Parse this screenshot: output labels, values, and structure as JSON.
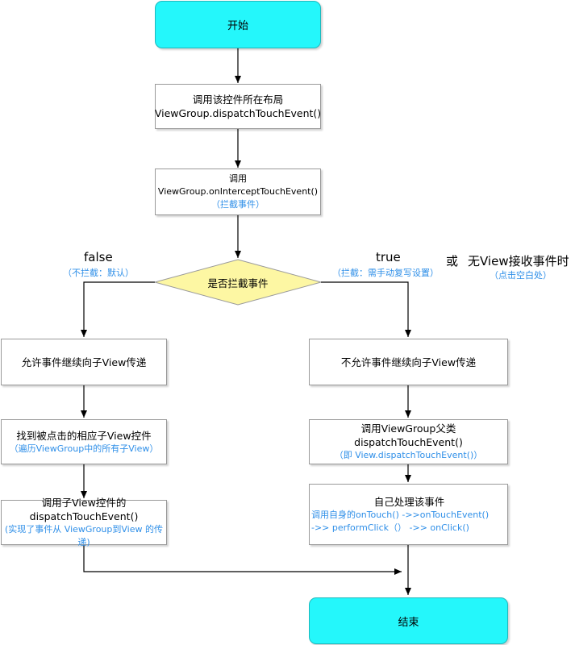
{
  "nodes": {
    "start": "开始",
    "step1": {
      "line1": "调用该控件所在布局",
      "line2": "ViewGroup.dispatchTouchEvent()"
    },
    "step2": {
      "line1": "调用ViewGroup.onInterceptTouchEvent()",
      "line2": "（拦截事件）"
    },
    "decision": "是否拦截事件",
    "left1": "允许事件继续向子View传递",
    "left2": {
      "line1": "找到被点击的相应子View控件",
      "line2": "（遍历ViewGroup中的所有子View）"
    },
    "left3": {
      "line1": "调用子View控件的",
      "line2": "dispatchTouchEvent()",
      "line3": "(实现了事件从 ViewGroup到View 的传递)"
    },
    "right1": "不允许事件继续向子View传递",
    "right2": {
      "line1": "调用ViewGroup父类dispatchTouchEvent()",
      "line2": "（即 View.dispatchTouchEvent()）"
    },
    "right3": {
      "line1": "自己处理该事件",
      "line2": "调用自身的onTouch() ->>onTouchEvent()",
      "line3": "->> performClick（） ->> onClick()"
    },
    "end": "结束"
  },
  "labels": {
    "false": "false",
    "false_note": "（不拦截：默认）",
    "true": "true",
    "true_note": "（拦截：需手动复写设置）",
    "or": "或",
    "no_view": "无View接收事件时",
    "no_view_note": "（点击空白处）"
  },
  "colors": {
    "terminal_fill": "#24f7fb",
    "decision_fill": "#fdf7a3",
    "note_text": "#2f8fe8"
  }
}
